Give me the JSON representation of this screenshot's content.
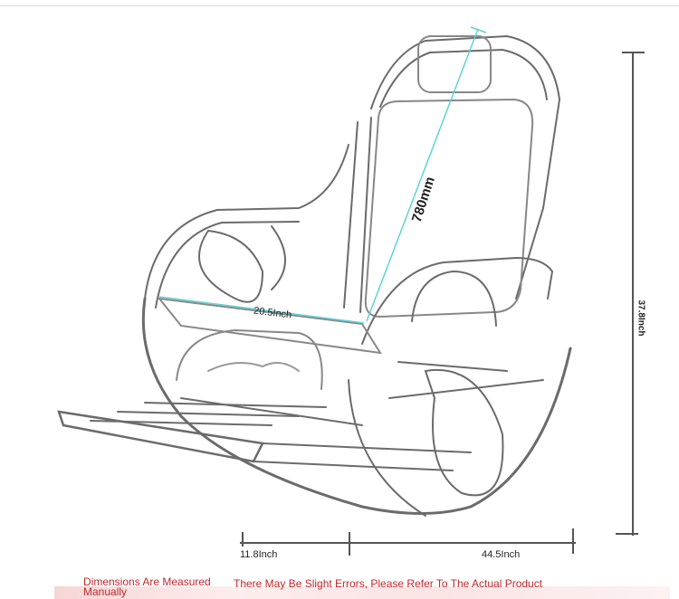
{
  "dimensions": {
    "height_label": "37.8Inch",
    "back_length_label": "780mm",
    "seat_width_label": "20.5Inch",
    "footrest_label": "11.8Inch",
    "total_length_label": "44.5Inch"
  },
  "notes": {
    "left": "Dimensions Are Measured Manually",
    "right": "There May Be Slight Errors, Please Refer To The Actual Product"
  },
  "colors": {
    "measure_line": "#5fd3d6",
    "note_text": "#c0282d",
    "dimension_line": "#555555"
  }
}
